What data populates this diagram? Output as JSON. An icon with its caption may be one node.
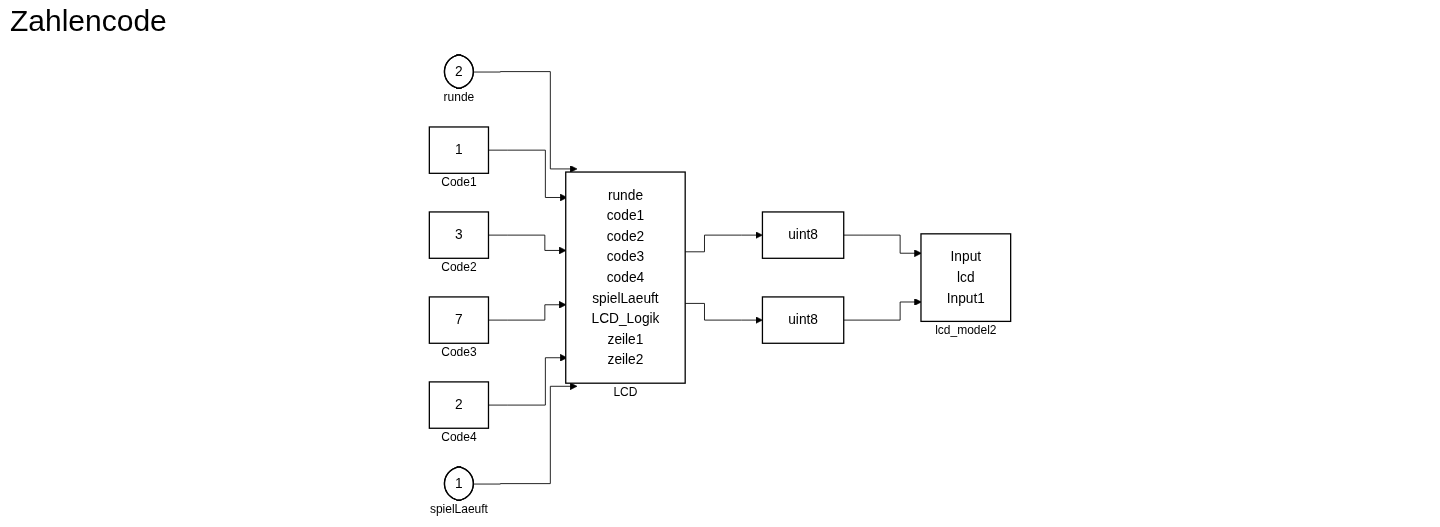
{
  "diagram": {
    "title": "Zahlencode",
    "nodes": [
      {
        "text": [
          "2"
        ],
        "beside": [
          "runde"
        ]
      },
      {
        "text": [
          "1"
        ],
        "beside": [
          "Code1"
        ]
      },
      {
        "text": [
          "3"
        ],
        "beside": [
          "Code2"
        ]
      },
      {
        "text": [
          "7"
        ],
        "beside": [
          "Code3"
        ]
      },
      {
        "text": [
          "2"
        ],
        "beside": [
          "Code4"
        ]
      },
      {
        "text": [
          "1"
        ],
        "beside": [
          "spielLaeuft"
        ]
      },
      {
        "text": [
          "runde",
          "code1",
          "code2",
          "code3",
          "code4",
          "spielLaeuft",
          "LCD_Logik",
          "zeile1",
          "zeile2"
        ],
        "beside": [
          "LCD"
        ]
      },
      {
        "text": [
          "uint8"
        ]
      },
      {
        "text": [
          "uint8"
        ]
      },
      {
        "text": [
          "Input",
          "lcd",
          "Input1"
        ],
        "beside": [
          "lcd_model2"
        ]
      }
    ],
    "edges": [
      {
        "from": 0,
        "to": 6,
        "arrow": "to"
      },
      {
        "from": 1,
        "to": 6,
        "arrow": "to"
      },
      {
        "from": 2,
        "to": 6,
        "arrow": "to"
      },
      {
        "from": 3,
        "to": 6,
        "arrow": "to"
      },
      {
        "from": 4,
        "to": 6,
        "arrow": "to"
      },
      {
        "from": 5,
        "to": 6,
        "arrow": "to"
      },
      {
        "from": 6,
        "to": 7,
        "arrow": "to"
      },
      {
        "from": 6,
        "to": 8,
        "arrow": "to"
      },
      {
        "from": 7,
        "to": 9,
        "arrow": "to"
      },
      {
        "from": 8,
        "to": 9,
        "arrow": "to"
      }
    ]
  }
}
